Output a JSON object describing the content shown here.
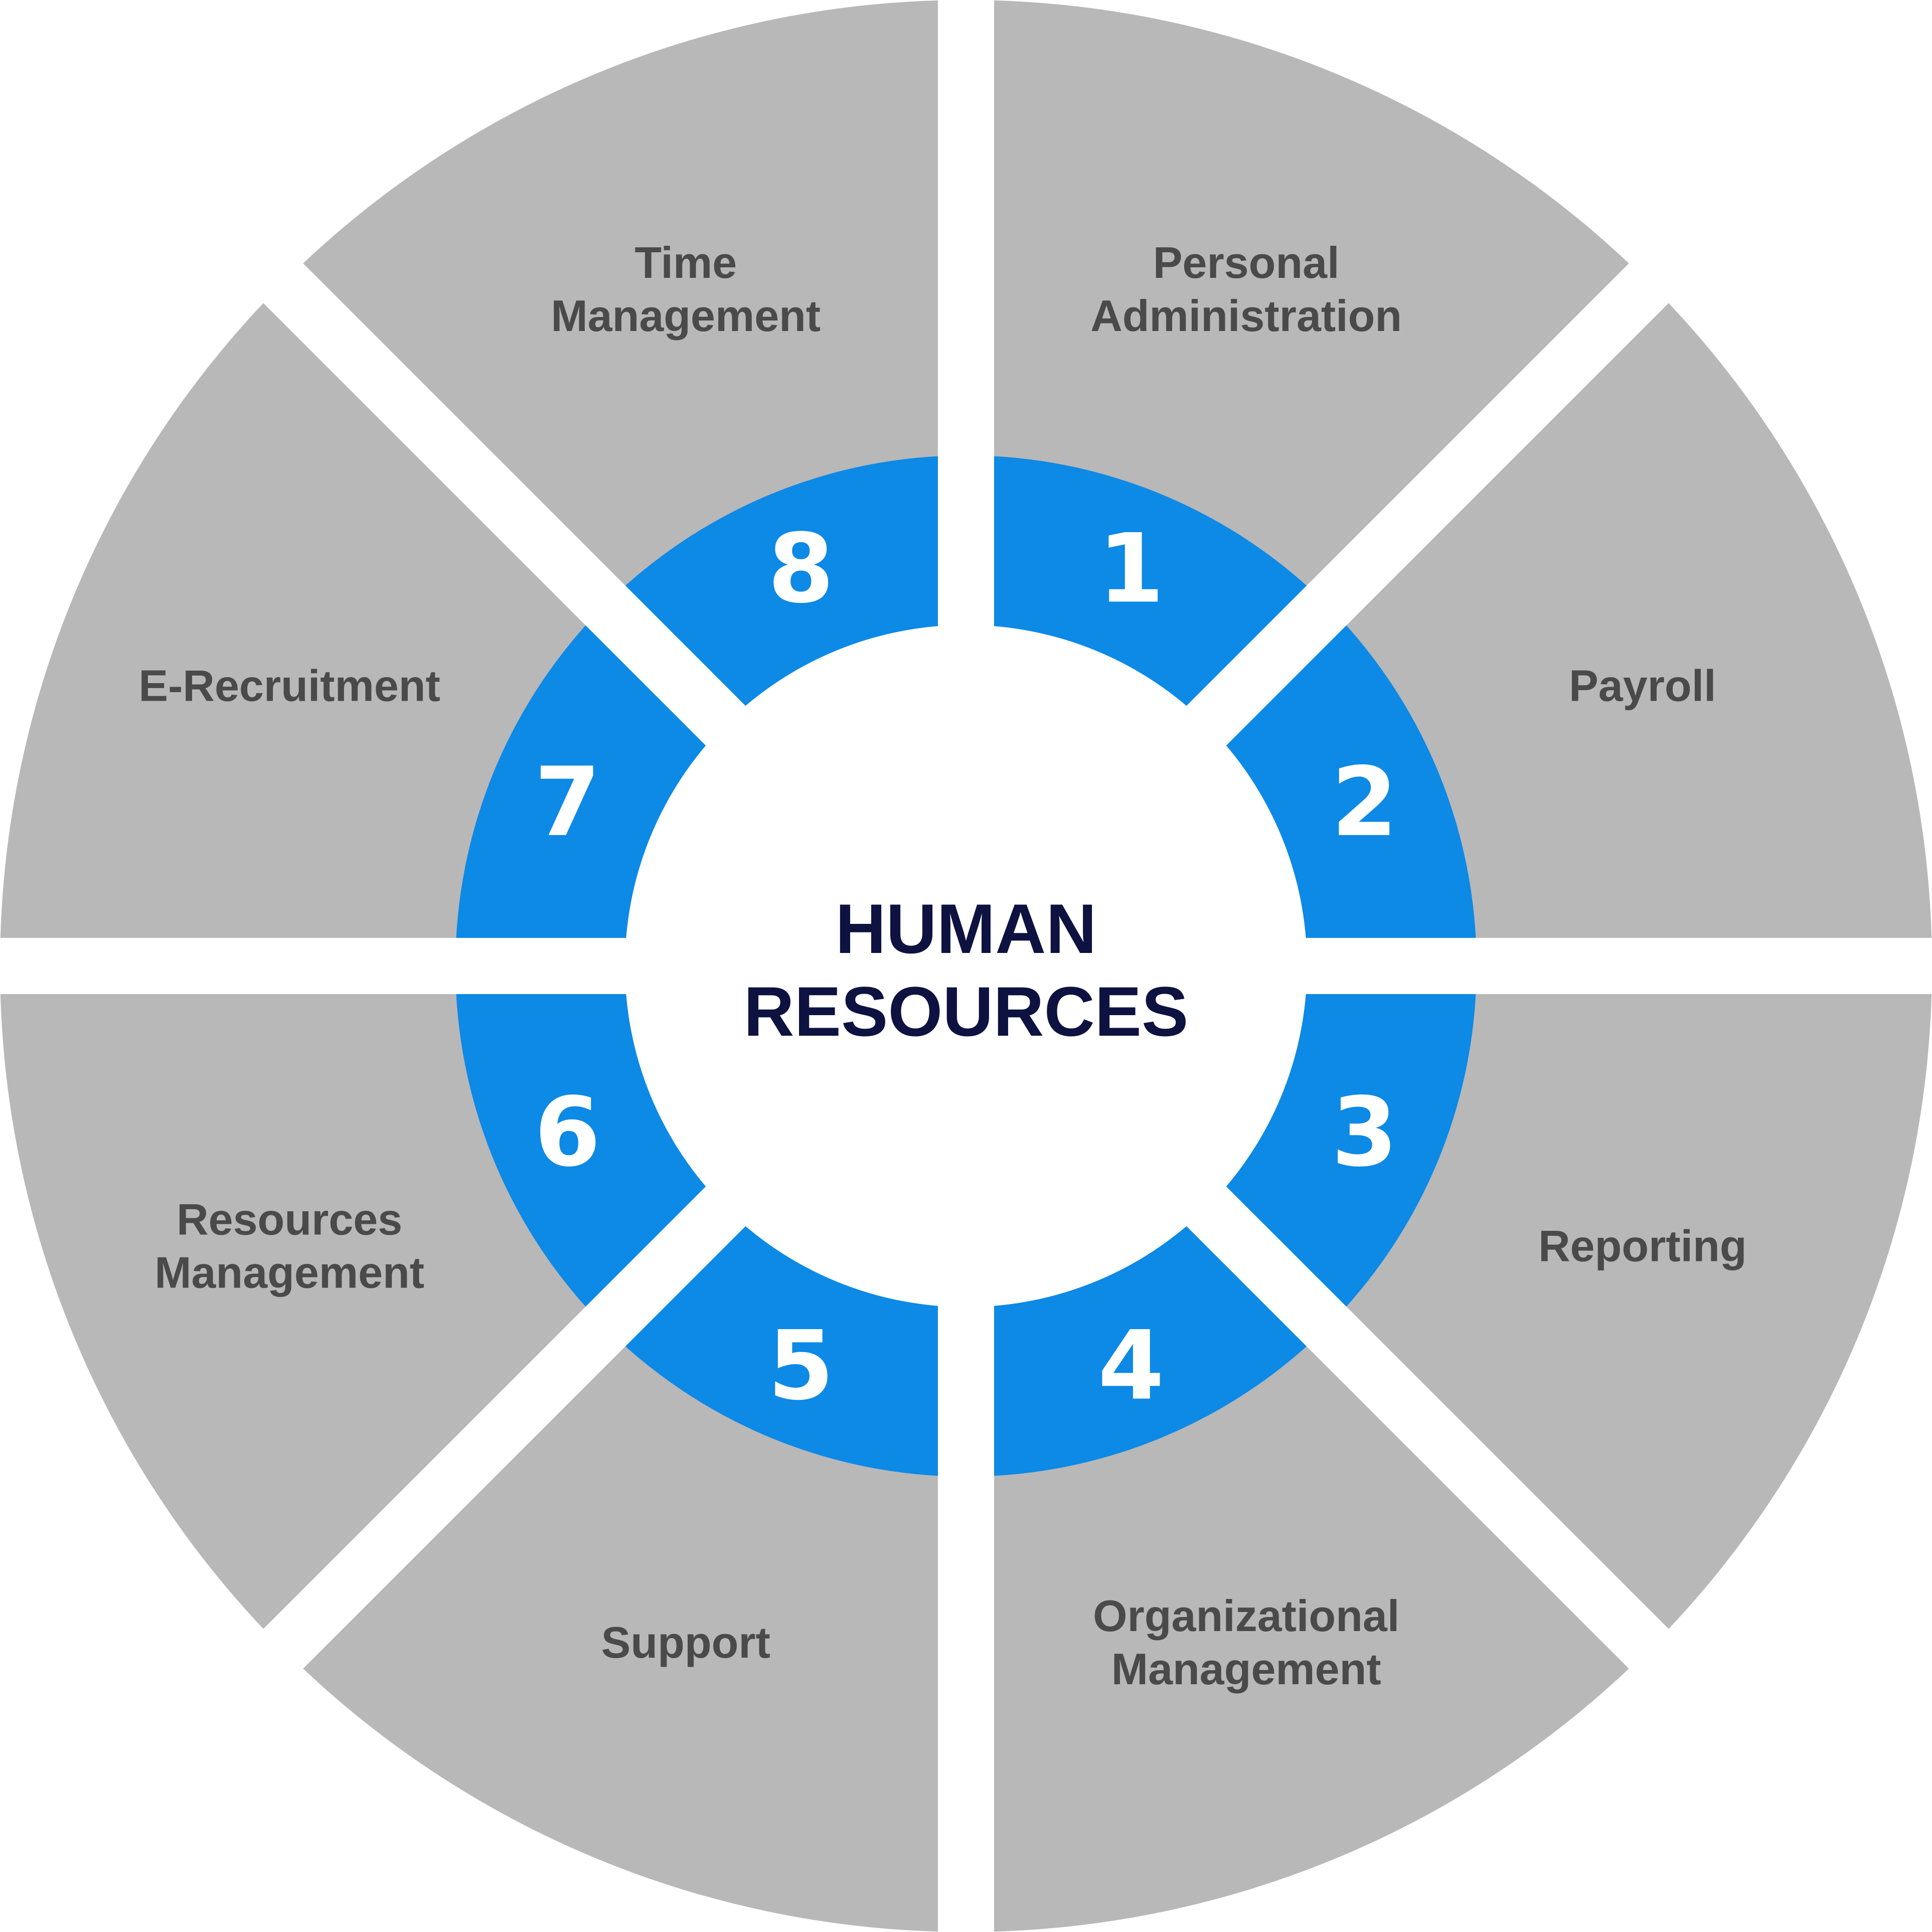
{
  "center": {
    "line1": "HUMAN",
    "line2": "RESOURCES"
  },
  "colors": {
    "outer_segment": "#b8b8b8",
    "inner_ring": "#0d89e6",
    "center_text": "#0d1240",
    "label_text": "#4a4a4a",
    "number_text": "#ffffff",
    "background": "#ffffff"
  },
  "segments": [
    {
      "number": "1",
      "lines": [
        "Personal",
        "Administration"
      ]
    },
    {
      "number": "2",
      "lines": [
        "Payroll"
      ]
    },
    {
      "number": "3",
      "lines": [
        "Reporting"
      ]
    },
    {
      "number": "4",
      "lines": [
        "Organizational",
        "Management"
      ]
    },
    {
      "number": "5",
      "lines": [
        "Support"
      ]
    },
    {
      "number": "6",
      "lines": [
        "Resources",
        "Management"
      ]
    },
    {
      "number": "7",
      "lines": [
        "E-Recruitment"
      ]
    },
    {
      "number": "8",
      "lines": [
        "Time",
        "Management"
      ]
    }
  ]
}
